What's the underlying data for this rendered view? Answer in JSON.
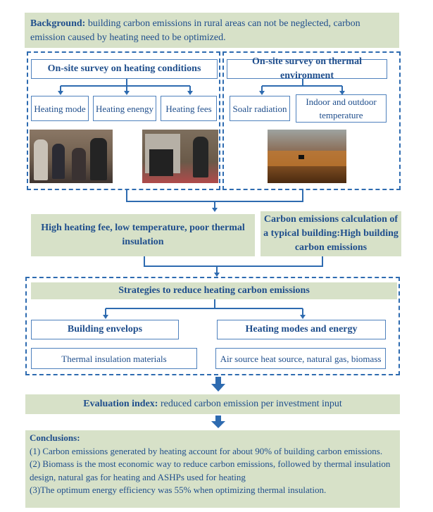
{
  "background": {
    "label": "Background:",
    "text": " building carbon emissions in rural areas can not be neglected,  carbon emission caused by heating need to be optimized."
  },
  "survey_heating": {
    "title": "On-site survey on heating conditions",
    "items": [
      "Heating mode",
      "Heating enengy",
      "Heating fees"
    ]
  },
  "survey_thermal": {
    "title": "On-site survey on thermal environment",
    "items": [
      "Soalr radiation",
      "Indoor and outdoor temperature"
    ]
  },
  "findings": {
    "left": "High heating fee, low temperature,  poor thermal insulation",
    "right": "Carbon emissions calculation of a typical building:High building carbon emissions"
  },
  "strategies": {
    "title": "Strategies to reduce heating carbon emissions",
    "envelope_title": "Building envelops",
    "envelope_item": "Thermal insulation materials",
    "heating_title": "Heating modes and energy",
    "heating_item": "Air source heat source, natural gas, biomass"
  },
  "evaluation": {
    "label": "Evaluation index:",
    "text": " reduced carbon emission per investment input"
  },
  "conclusions": {
    "title": "Conclusions:",
    "items": [
      "(1) Carbon emissions generated by heating account for about 90% of building carbon emissions.",
      "(2) Biomass is the most economic way to reduce carbon emissions, followed by thermal insulation design, natural gas for heating and ASHPs used for heating",
      "(3)The optimum energy efficiency was 55% when optimizing thermal insulation."
    ]
  },
  "colors": {
    "panel_green": "#d7e1c8",
    "line_blue": "#2e6bb0",
    "text_blue": "#1f4e8c"
  }
}
